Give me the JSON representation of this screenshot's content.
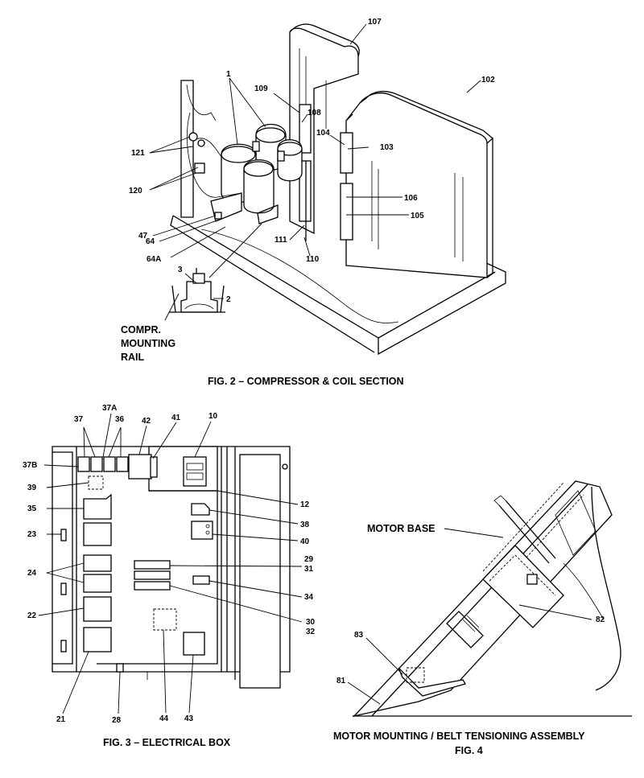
{
  "fig2": {
    "caption": "FIG. 2 – COMPRESSOR & COIL SECTION",
    "callouts": {
      "c107": "107",
      "c102": "102",
      "c1": "1",
      "c109": "109",
      "c108": "108",
      "c104": "104",
      "c103": "103",
      "c121": "121",
      "c120": "120",
      "c106": "106",
      "c105": "105",
      "c47": "47",
      "c64": "64",
      "c64a": "64A",
      "c111": "111",
      "c110": "110",
      "c3": "3",
      "c2": "2"
    },
    "rail_label": [
      "COMPR.",
      "MOUNTING",
      "RAIL"
    ]
  },
  "fig3": {
    "caption": "FIG. 3 – ELECTRICAL BOX",
    "callouts": {
      "c37": "37",
      "c37a": "37A",
      "c36": "36",
      "c42": "42",
      "c41": "41",
      "c10": "10",
      "c37b": "37B",
      "c39": "39",
      "c12": "12",
      "c35": "35",
      "c38": "38",
      "c23": "23",
      "c40": "40",
      "c24": "24",
      "c29": "29",
      "c31": "31",
      "c34": "34",
      "c22": "22",
      "c30": "30",
      "c32": "32",
      "c21": "21",
      "c28": "28",
      "c44": "44",
      "c43": "43"
    }
  },
  "fig4": {
    "caption_line1": "MOTOR MOUNTING / BELT TENSIONING ASSEMBLY",
    "caption_line2": "FIG. 4",
    "motor_base_label": "MOTOR BASE",
    "callouts": {
      "c82": "82",
      "c83": "83",
      "c81": "81"
    }
  }
}
